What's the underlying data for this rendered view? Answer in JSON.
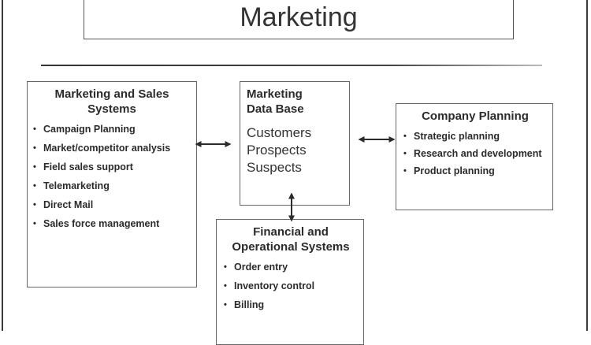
{
  "title": {
    "line1": "Marketing"
  },
  "boxes": {
    "marketing_sales": {
      "title": "Marketing and Sales Systems",
      "items": [
        "Campaign Planning",
        "Market/competitor analysis",
        "Field sales support",
        "Telemarketing",
        "Direct Mail",
        "Sales force management"
      ]
    },
    "database": {
      "title_line1": "Marketing",
      "title_line2": "Data Base",
      "items": [
        "Customers",
        "Prospects",
        "Suspects"
      ]
    },
    "company_planning": {
      "title": "Company Planning",
      "items": [
        "Strategic planning",
        "Research and development",
        "Product planning"
      ]
    },
    "financial": {
      "title": "Financial and Operational Systems",
      "items": [
        "Order entry",
        "Inventory control",
        "Billing"
      ]
    }
  }
}
